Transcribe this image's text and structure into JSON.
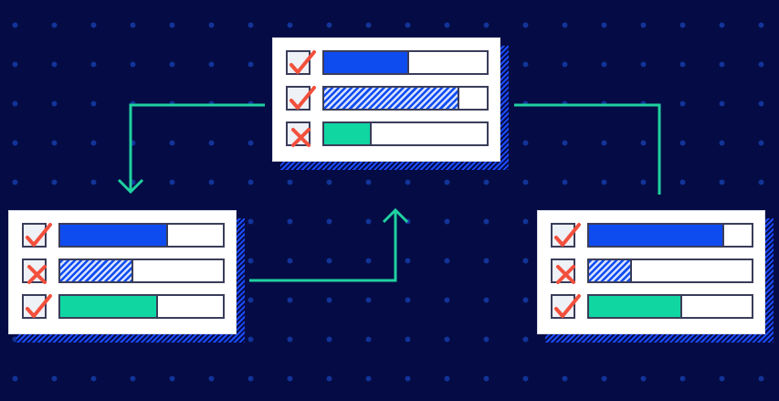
{
  "colors": {
    "background": "#050c45",
    "connector": "#1fd1a0",
    "primary": "#0f4cf0",
    "green": "#10d6a2",
    "mark": "#f2503c"
  },
  "cards": [
    {
      "id": "top",
      "rows": [
        {
          "status": "check",
          "bar": "solid",
          "fill_pct": 51
        },
        {
          "status": "check",
          "bar": "hatched",
          "fill_pct": 82
        },
        {
          "status": "cross",
          "bar": "green",
          "fill_pct": 28
        }
      ]
    },
    {
      "id": "left",
      "rows": [
        {
          "status": "check",
          "bar": "solid",
          "fill_pct": 65
        },
        {
          "status": "cross",
          "bar": "hatched",
          "fill_pct": 44
        },
        {
          "status": "check",
          "bar": "green",
          "fill_pct": 59
        }
      ]
    },
    {
      "id": "right",
      "rows": [
        {
          "status": "check",
          "bar": "solid",
          "fill_pct": 82
        },
        {
          "status": "cross",
          "bar": "hatched",
          "fill_pct": 25
        },
        {
          "status": "check",
          "bar": "green",
          "fill_pct": 56
        }
      ]
    }
  ]
}
